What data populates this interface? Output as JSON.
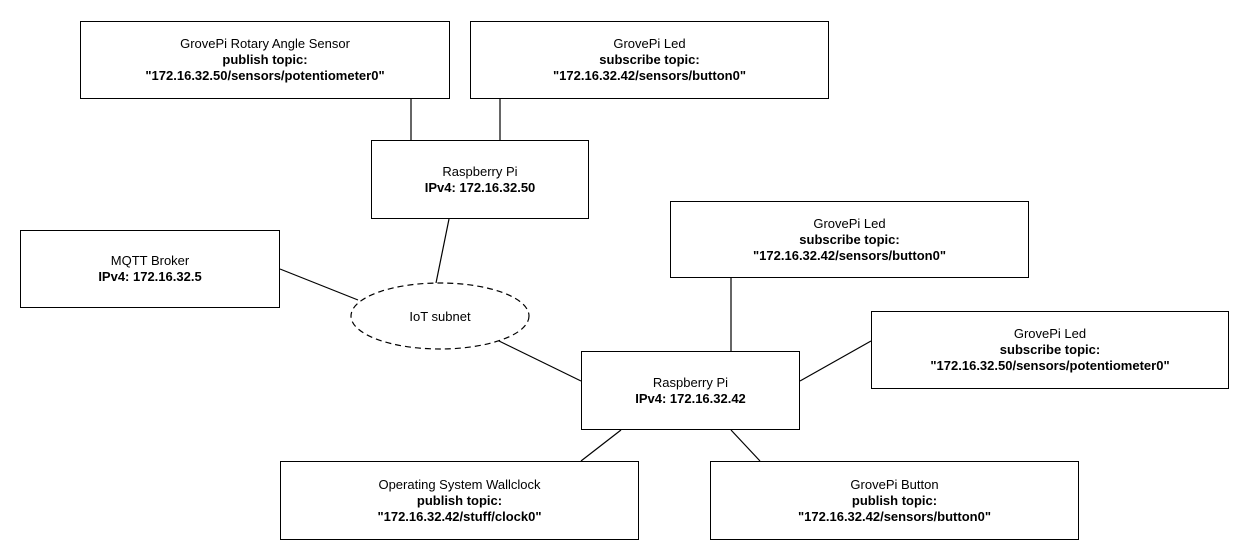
{
  "nodes": {
    "rotary_sensor": {
      "title": "GrovePi Rotary Angle Sensor",
      "line1": "publish topic:",
      "line2": "\"172.16.32.50/sensors/potentiometer0\""
    },
    "led_top": {
      "title": "GrovePi Led",
      "line1": "subscribe topic:",
      "line2": "\"172.16.32.42/sensors/button0\""
    },
    "pi_50": {
      "title": "Raspberry Pi",
      "line1": "IPv4: 172.16.32.50"
    },
    "mqtt_broker": {
      "title": "MQTT Broker",
      "line1": "IPv4: 172.16.32.5"
    },
    "subnet": {
      "label": "IoT subnet"
    },
    "led_right_1": {
      "title": "GrovePi Led",
      "line1": "subscribe topic:",
      "line2": "\"172.16.32.42/sensors/button0\""
    },
    "led_right_2": {
      "title": "GrovePi Led",
      "line1": "subscribe topic:",
      "line2": "\"172.16.32.50/sensors/potentiometer0\""
    },
    "pi_42": {
      "title": "Raspberry Pi",
      "line1": "IPv4: 172.16.32.42"
    },
    "wallclock": {
      "title": "Operating System Wallclock",
      "line1": "publish topic:",
      "line2": "\"172.16.32.42/stuff/clock0\""
    },
    "button": {
      "title": "GrovePi Button",
      "line1": "publish topic:",
      "line2": "\"172.16.32.42/sensors/button0\""
    }
  }
}
